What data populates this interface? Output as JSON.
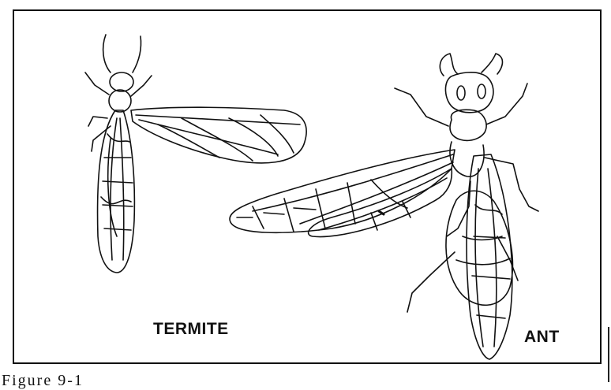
{
  "figure": {
    "labels": {
      "termite": "TERMITE",
      "ant": "ANT"
    },
    "caption": "Figure 9-1"
  },
  "colors": {
    "ink": "#111111",
    "paper": "#ffffff"
  },
  "icons": [
    "termite-illustration",
    "ant-illustration"
  ]
}
